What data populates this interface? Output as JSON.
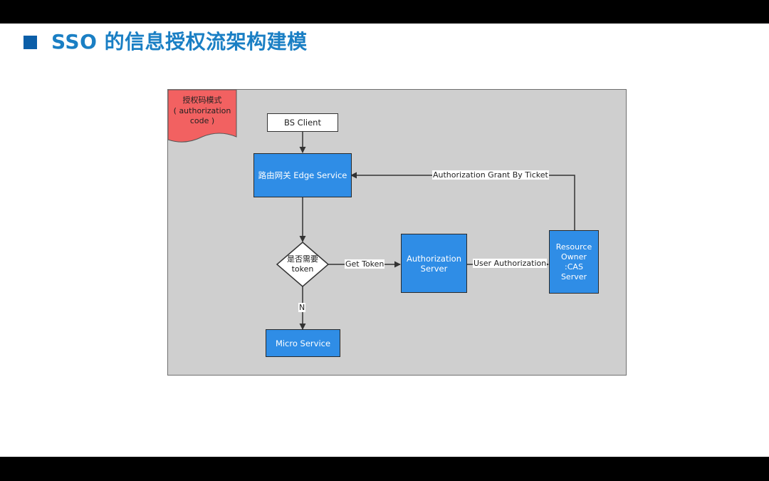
{
  "slide": {
    "title": "SSO 的信息授权流架构建模"
  },
  "diagram": {
    "tag": {
      "line1": "授权码模式",
      "line2": "( authorization",
      "line3": "code )"
    },
    "nodes": {
      "bs_client": "BS Client",
      "edge_service": "路由网关 Edge Service",
      "decision_line1": "是否需要",
      "decision_line2": "token",
      "micro_service": "Micro Service",
      "auth_server_line1": "Authorization",
      "auth_server_line2": "Server",
      "resource_line1": "Resource",
      "resource_line2": "Owner",
      "resource_line3": ":CAS",
      "resource_line4": "Server"
    },
    "edges": {
      "grant_by_ticket": "Authorization Grant By Ticket",
      "get_token": "Get Token",
      "user_authorization": "User Authorization",
      "no_branch": "N"
    }
  },
  "colors": {
    "title": "#1a7fc4",
    "bullet": "#0b5ea8",
    "diagram_bg": "#cfcfcf",
    "node_blue": "#2f8de6",
    "tag_red": "#f26161"
  }
}
